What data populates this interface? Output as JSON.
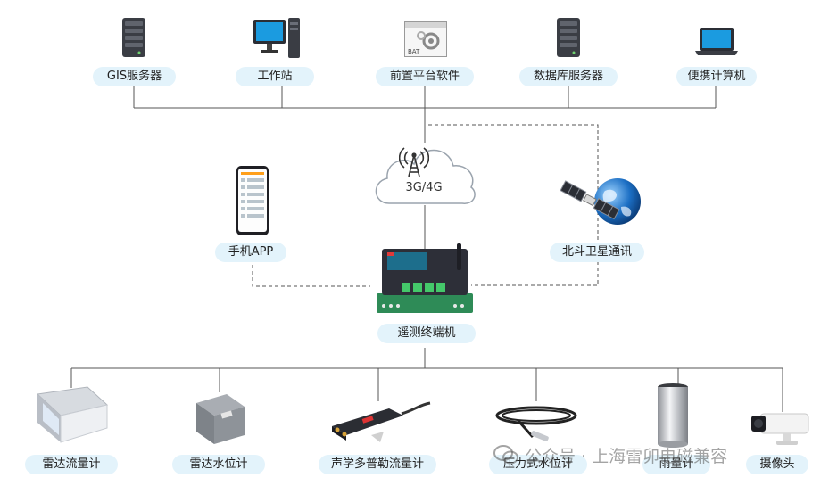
{
  "top_nodes": {
    "gis_server": "GIS服务器",
    "workstation": "工作站",
    "front_platform": "前置平台软件",
    "front_platform_logo": "BAT",
    "db_server": "数据库服务器",
    "laptop": "便携计算机"
  },
  "network": {
    "cloud_label": "3G/4G",
    "mobile_app": "手机APP",
    "beidou": "北斗卫星通讯",
    "terminal": "遥测终端机"
  },
  "sensors": {
    "radar_flow": "雷达流量计",
    "radar_level": "雷达水位计",
    "doppler": "声学多普勒流量计",
    "pressure_level": "压力式水位计",
    "rain_gauge": "雨量计",
    "camera": "摄像头"
  },
  "watermark": {
    "text": "公众号 · 上海雷卯电磁兼容"
  },
  "colors": {
    "label_bg": "#e3f3fb",
    "line": "#555555",
    "cloud_stroke": "#9aa3ad",
    "pcb_green": "#2e8b57",
    "terminal_body": "#2d2f38"
  }
}
